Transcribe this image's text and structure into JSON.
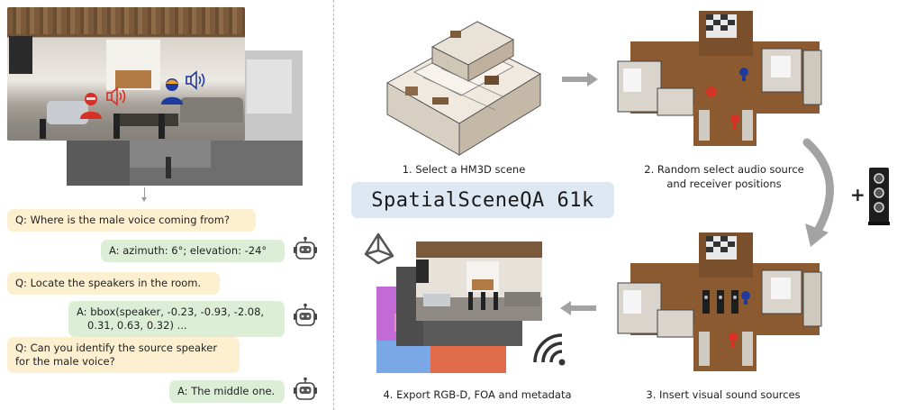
{
  "title": "SpatialSceneQA 61k",
  "steps": [
    {
      "label": "1. Select a HM3D scene"
    },
    {
      "label_line1": "2. Random select audio source",
      "label_line2": "and receiver positions"
    },
    {
      "label": "3. Insert visual sound sources"
    },
    {
      "label": "4. Export RGB-D, FOA and metadata"
    }
  ],
  "plus": "+",
  "qa": [
    {
      "role": "question",
      "text": "Q: Where is the male voice coming from?"
    },
    {
      "role": "answer",
      "text": "A: azimuth: 6°; elevation: -24°"
    },
    {
      "role": "question",
      "text": "Q: Locate the speakers in the room."
    },
    {
      "role": "answer",
      "line1": "A: bbox(speaker, -0.23, -0.93, -2.08,",
      "line2": "0.31, 0.63, 0.32) ..."
    },
    {
      "role": "question",
      "line1": "Q: Can you identify the source speaker",
      "line2": "for the male voice?"
    },
    {
      "role": "answer",
      "text": "A: The middle one."
    }
  ],
  "icons": {
    "robot": "robot-icon",
    "person_red": "speaking-person-icon",
    "person_blue": "speaking-person-icon",
    "speaker": "loudspeaker-icon",
    "wifi": "signal-waves-icon",
    "unity": "unity-logo-icon"
  },
  "colors": {
    "question_bg": "#fdf0d0",
    "answer_bg": "#dcefd6",
    "title_bg": "#dde8f2",
    "arrow": "#a3a3a3",
    "red_source": "#d93025",
    "blue_source": "#1f3a9e"
  }
}
